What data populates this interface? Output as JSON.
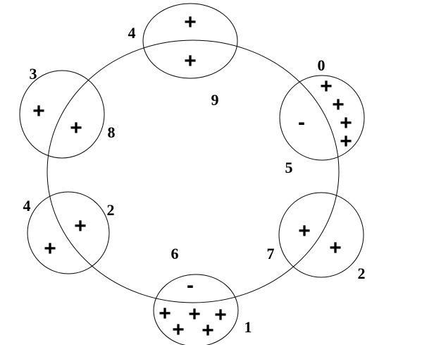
{
  "diagram": {
    "node_labels": [
      "4",
      "3",
      "8",
      "9",
      "0",
      "5",
      "4",
      "2",
      "6",
      "7",
      "2",
      "1"
    ],
    "groups": [
      {
        "name": "top",
        "signs": [
          "+",
          "+"
        ]
      },
      {
        "name": "right-top",
        "signs": [
          "+",
          "+",
          "+",
          "+",
          "-"
        ]
      },
      {
        "name": "left-top",
        "signs": [
          "+",
          "+"
        ]
      },
      {
        "name": "left-bottom",
        "signs": [
          "+",
          "+"
        ]
      },
      {
        "name": "right-bottom",
        "signs": [
          "+",
          "+"
        ]
      },
      {
        "name": "bottom",
        "signs": [
          "-",
          "+",
          "+",
          "+",
          "+",
          "+"
        ]
      }
    ]
  }
}
